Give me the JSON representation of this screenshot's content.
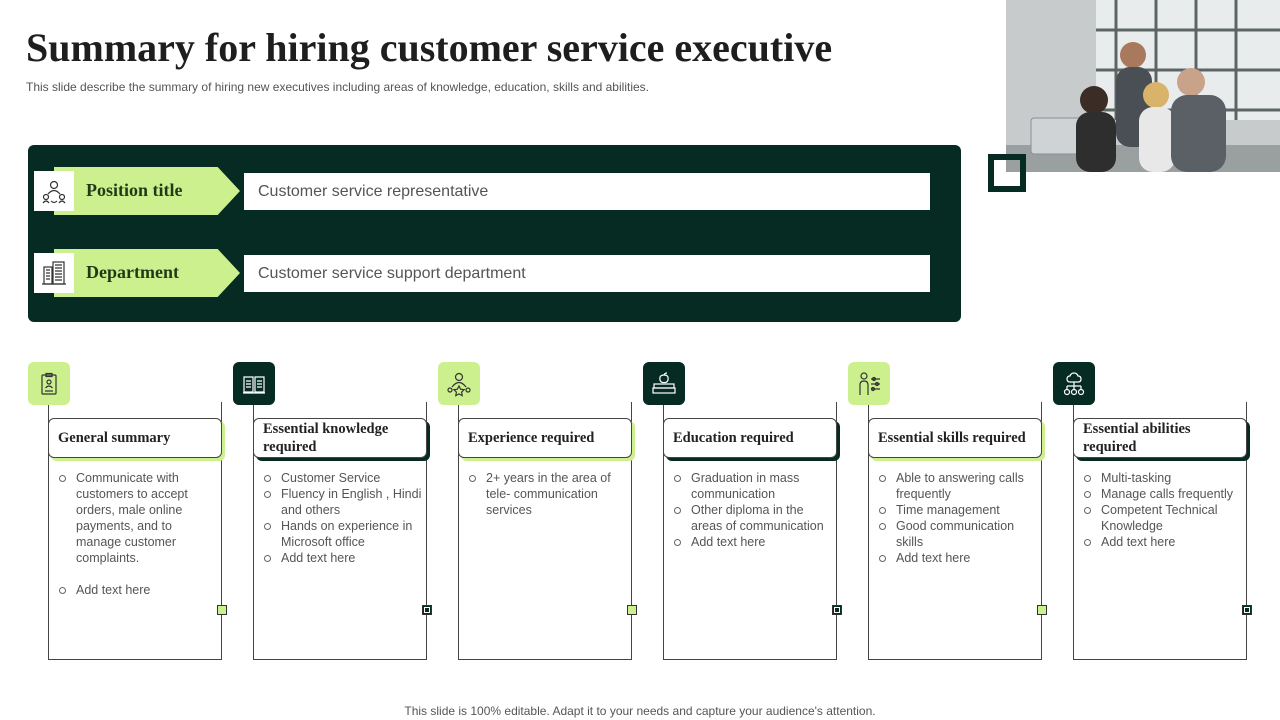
{
  "header": {
    "title": "Summary for hiring customer service executive",
    "subtitle": "This slide describe the summary of hiring new executives including areas of knowledge, education, skills and abilities."
  },
  "info_rows": [
    {
      "label": "Position title",
      "value": "Customer service representative",
      "icon": "people-network-icon"
    },
    {
      "label": "Department",
      "value": "Customer service support department",
      "icon": "office-building-icon"
    }
  ],
  "columns": [
    {
      "heading": "General summary",
      "icon": "clipboard-icon",
      "items": [
        "Communicate with customers to accept orders, male online payments, and to manage customer complaints.",
        "Add text here"
      ]
    },
    {
      "heading": "Essential knowledge required",
      "icon": "open-book-icon",
      "items": [
        "Customer Service",
        "Fluency in English , Hindi and others",
        "Hands on experience in Microsoft office",
        "Add text here"
      ]
    },
    {
      "heading": "Experience required",
      "icon": "team-star-icon",
      "items": [
        "2+ years in the area of tele- communication services"
      ]
    },
    {
      "heading": "Education required",
      "icon": "books-apple-icon",
      "items": [
        "Graduation in mass communication",
        "Other diploma in the areas of communication",
        "Add text here"
      ]
    },
    {
      "heading": "Essential skills required",
      "icon": "person-settings-icon",
      "items": [
        "Able to answering calls frequently",
        "Time management",
        "Good communication skills",
        "Add text here"
      ]
    },
    {
      "heading": "Essential abilities required",
      "icon": "brain-network-icon",
      "items": [
        "Multi-tasking",
        "Manage calls frequently",
        "Competent Technical Knowledge",
        "Add text here"
      ]
    }
  ],
  "footer": {
    "text": "This slide is 100% editable. Adapt it to your needs and capture your audience's attention."
  },
  "colors": {
    "dark_green": "#062b22",
    "light_green": "#cdf08e"
  }
}
